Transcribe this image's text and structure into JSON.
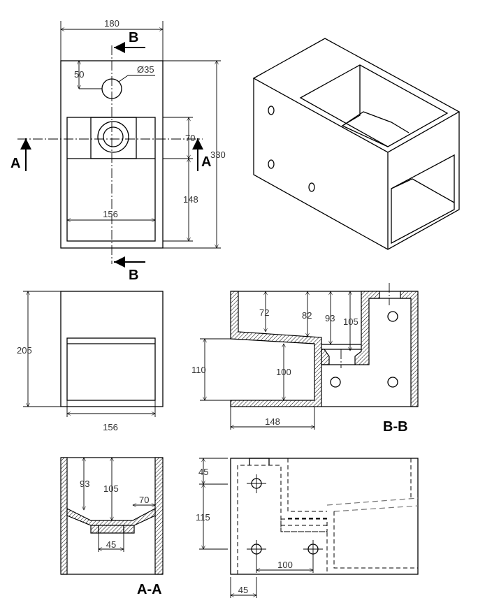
{
  "top_view": {
    "width_dim": "180",
    "length_dim": "330",
    "hole_offset_dim": "50",
    "hole_diameter": "Ø35",
    "funnel_dim": "70",
    "inner_dim": "148",
    "inner_width_dim": "156",
    "section_b_label_top": "B",
    "section_b_label_bottom": "B",
    "section_a_label_left": "A",
    "section_a_label_right": "A"
  },
  "front_view": {
    "height_dim": "205",
    "inner_width_dim": "156"
  },
  "section_bb": {
    "title": "B-B",
    "dims": [
      "72",
      "82",
      "93",
      "105",
      "100",
      "110",
      "148"
    ]
  },
  "section_aa": {
    "title": "A-A",
    "dims": [
      "93",
      "105",
      "70",
      "45"
    ]
  },
  "side_view": {
    "dims": [
      "45",
      "115",
      "100",
      "45"
    ]
  }
}
